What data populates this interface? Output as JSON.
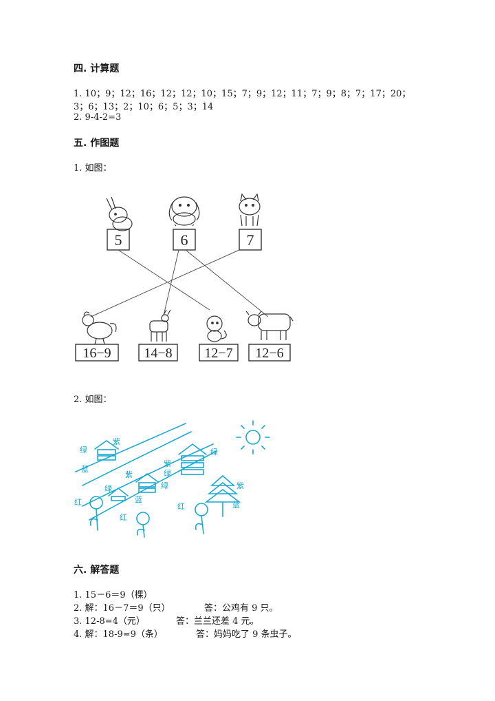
{
  "section4": {
    "heading": "四. 计算题",
    "line1": "1. 10；9；12；16；12；12；10；15；7；9；12；11；7；9；8；7；17；20；",
    "line2": "3；6；13；2；10；6；5；3；14",
    "line3": "2. 9-4-2=3"
  },
  "section5": {
    "heading": "五. 作图题",
    "item1": "1. 如图：",
    "matching": {
      "top_numbers": [
        "5",
        "6",
        "7"
      ],
      "bottom_expressions": [
        "16−9",
        "14−8",
        "12−7",
        "12−6"
      ]
    },
    "item2": "2. 如图：",
    "coloring": {
      "labels": {
        "lv": "绿",
        "zi": "紫",
        "lan": "蓝",
        "hong": "红"
      },
      "line_color": "#19a9d3"
    }
  },
  "section6": {
    "heading": "六. 解答题",
    "q1": "1. 15－6＝9（棵）",
    "q2_calc": "2. 解：16－7＝9（只）",
    "q2_answer": "答：公鸡有 9 只。",
    "q3_calc": "3. 12-8=4（元）",
    "q3_answer": "答：兰兰还差 4 元。",
    "q4_calc": "4. 解：18-9=9（条）",
    "q4_answer": "答：妈妈吃了 9 条虫子。"
  }
}
